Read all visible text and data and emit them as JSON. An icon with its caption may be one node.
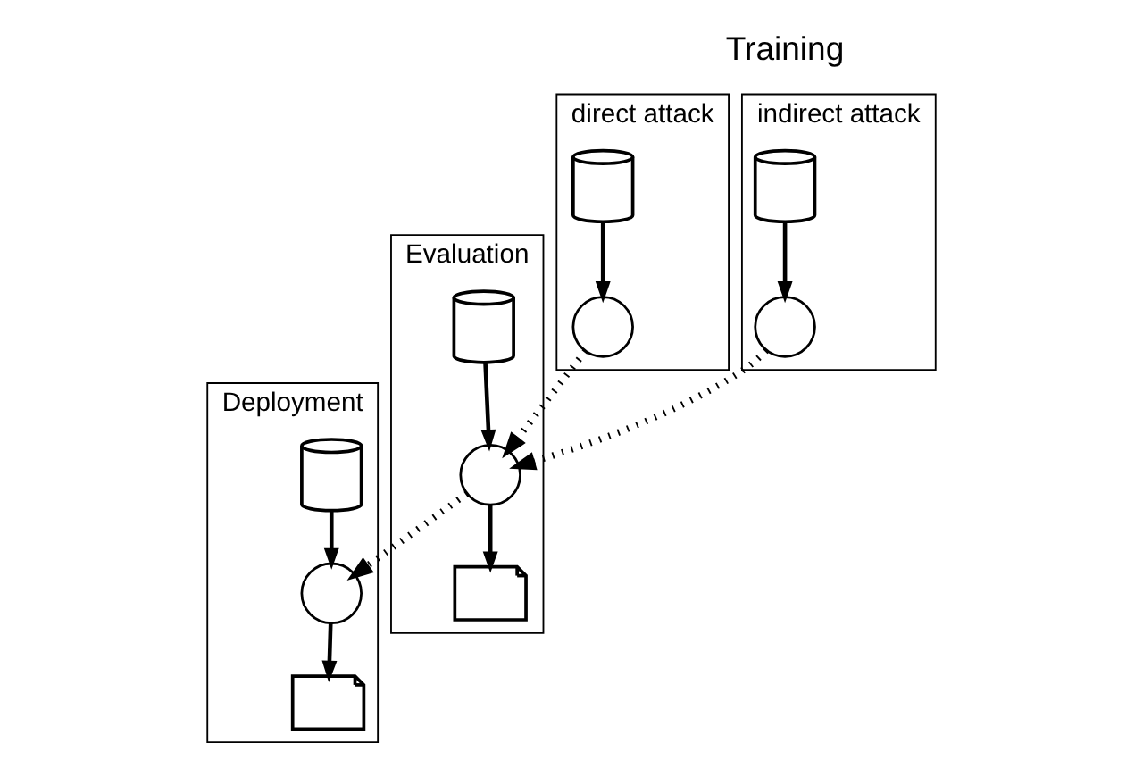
{
  "diagram": {
    "nodes": [
      {
        "text": [
          "indirect attack"
        ]
      },
      {
        "text": [],
        "shape": "cylinder",
        "in": 0
      },
      {
        "text": [],
        "shape": "network",
        "in": 0
      },
      {
        "text": [
          "direct attack"
        ]
      },
      {
        "text": [],
        "shape": "network",
        "in": 3
      },
      {
        "text": [],
        "shape": "cylinder",
        "in": 3
      },
      {
        "text": [
          "Evaluation"
        ]
      },
      {
        "text": [],
        "shape": "cylinder",
        "in": 6
      },
      {
        "text": [],
        "shape": "network",
        "in": 6
      },
      {
        "text": [],
        "shape": "certificate",
        "in": 6
      },
      {
        "text": [
          "Deployment"
        ]
      },
      {
        "text": [],
        "shape": "cylinder",
        "in": 10
      },
      {
        "text": [],
        "shape": "network",
        "in": 10
      },
      {
        "text": [],
        "shape": "certificate",
        "in": 10
      }
    ],
    "edges": [
      {
        "from": 1,
        "to": 2,
        "arrow": "to"
      },
      {
        "from": 5,
        "to": 4,
        "arrow": "to"
      },
      {
        "from": 2,
        "to": 8,
        "arrow": "to",
        "style": "dashed"
      },
      {
        "from": 4,
        "to": 8,
        "arrow": "to",
        "style": "dashed"
      },
      {
        "from": 7,
        "to": 8,
        "arrow": "to"
      },
      {
        "from": 8,
        "to": 9,
        "arrow": "to"
      },
      {
        "from": 8,
        "to": 12,
        "arrow": "to",
        "style": "dashed"
      },
      {
        "from": 11,
        "to": 12,
        "arrow": "to"
      },
      {
        "from": 12,
        "to": 13,
        "arrow": "to"
      }
    ],
    "labels": [
      "Training"
    ]
  }
}
